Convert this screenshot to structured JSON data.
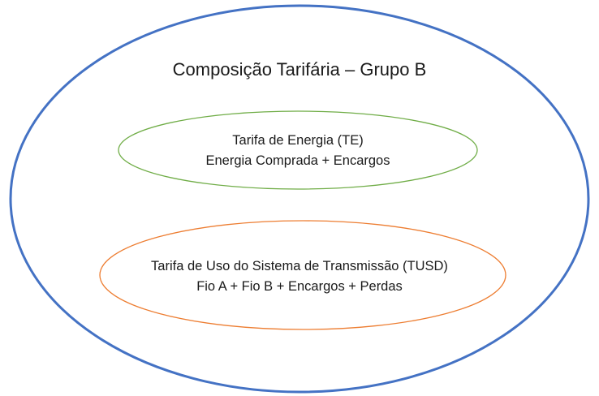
{
  "title": "Composição Tarifária – Grupo B",
  "te": {
    "line1": "Tarifa de Energia (TE)",
    "line2": "Energia Comprada + Encargos"
  },
  "tusd": {
    "line1": "Tarifa de Uso do Sistema de Transmissão (TUSD)",
    "line2": "Fio A + Fio B + Encargos + Perdas"
  },
  "colors": {
    "outer_stroke": "#4472c4",
    "te_stroke": "#70ad47",
    "tusd_stroke": "#ed7d31"
  }
}
